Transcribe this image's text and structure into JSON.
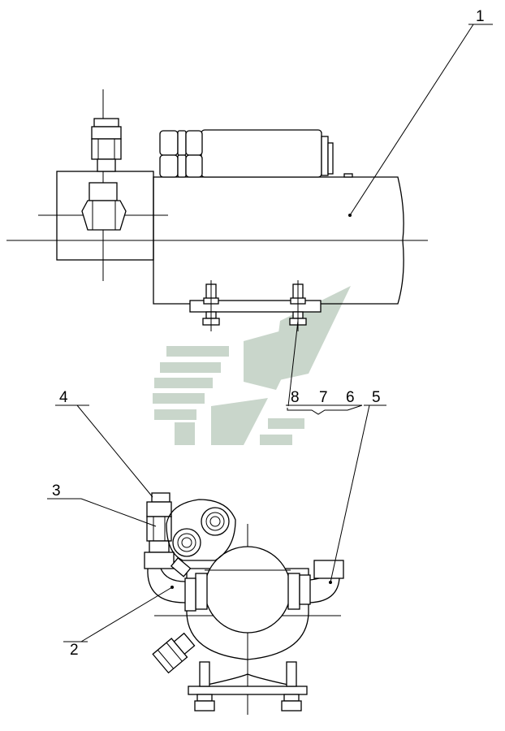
{
  "drawing": {
    "callouts": [
      {
        "id": "c1",
        "text": "1"
      },
      {
        "id": "c2",
        "text": "2"
      },
      {
        "id": "c3",
        "text": "3"
      },
      {
        "id": "c4",
        "text": "4"
      },
      {
        "id": "c5",
        "text": "5"
      },
      {
        "id": "c6",
        "text": "6"
      },
      {
        "id": "c7",
        "text": "7"
      },
      {
        "id": "c8",
        "text": "8"
      }
    ]
  },
  "colors": {
    "line": "#000000",
    "watermark": "#a9c0ac",
    "background": "#ffffff"
  }
}
